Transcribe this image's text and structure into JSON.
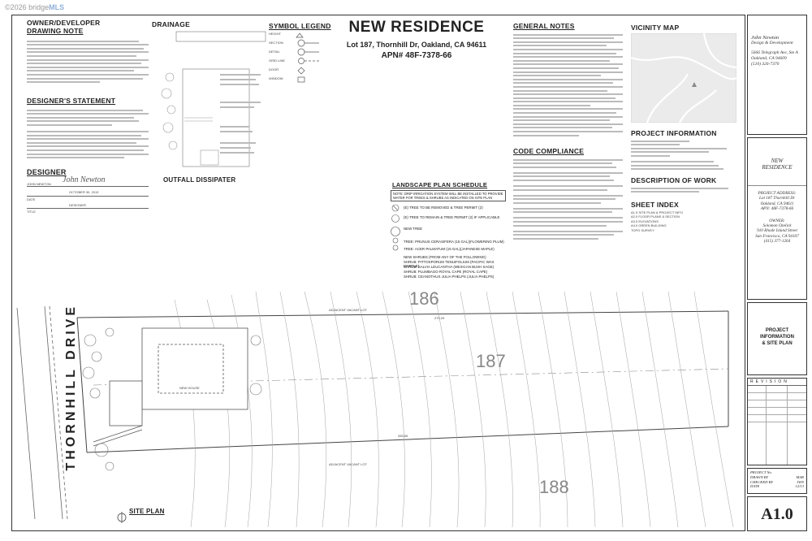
{
  "watermark": {
    "text": "©2026 bridge",
    "brand": "MLS"
  },
  "owner_note": {
    "title_1": "OWNER/DEVELOPER",
    "title_2": "DRAWING NOTE"
  },
  "designer_statement": {
    "title": "DESIGNER'S STATEMENT"
  },
  "designer": {
    "title": "DESIGNER",
    "name": "JOHN NEWTON",
    "date_value": "OCTOBER 30, 2013",
    "date_label": "DATE",
    "role": "DESIGNER",
    "title_label": "TITLE",
    "signature": "John Newton"
  },
  "drainage": {
    "title": "DRAINAGE",
    "outfall": "OUTFALL DISSIPATER"
  },
  "symbol_legend": {
    "title": "SYMBOL LEGEND",
    "items": [
      "HEIGHT",
      "SECTION",
      "DETAIL",
      "GRID LINE",
      "DOOR",
      "WINDOW"
    ]
  },
  "project": {
    "title": "NEW RESIDENCE",
    "address": "Lot 187, Thornhill Dr, Oakland, CA 94611",
    "apn": "APN# 48F-7378-66"
  },
  "landscape": {
    "title": "LANDSCAPE PLAN SCHEDULE",
    "note": "NOTE: DRIP IRRIGATION SYSTEM WILL BE INSTALLED TO PROVIDE WATER FOR TREES & SHRUBS AS INDICATED ON SITE PLAN",
    "items": [
      "(E) TREE TO BE REMOVED & TREE PERMIT (2)",
      "(E) TREE TO REMAIN & TREE PERMIT (2) IF APPLICABLE",
      "NEW TREE",
      "TREE: PRUNUS CERASIFERA (15 GAL)(FLOWERING PLUM)",
      "TREE: ACER PALMATUM (15 GAL)(JAPANESE MAPLE)",
      "NEW SHRUBS (FROM ANY OF THE FOLLOWING)",
      "SHRUB: PITTOSPORUM TENUIFOLIUM (PACIFIC WAX MYRTLE)",
      "SHRUB: SALVIA LEUCANTHA (MEXICAN BUSH SAGE)",
      "SHRUB: PLUMBAGO ROYAL CAPE (ROYAL CAPE)",
      "SHRUB: CEANOTHUS JULIA PHELPS (JULIA PHELPS)"
    ]
  },
  "general_notes": {
    "title": "GENERAL NOTES"
  },
  "code_compliance": {
    "title": "CODE COMPLIANCE"
  },
  "vicinity": {
    "title": "VICINITY MAP"
  },
  "project_info": {
    "title": "PROJECT INFORMATION"
  },
  "work": {
    "title": "DESCRIPTION OF WORK"
  },
  "sheet_index": {
    "title": "SHEET INDEX",
    "items": [
      "A1.0 SITE PLAN & PROJECT INFO",
      "A2.0 FLOOR PLANS & SECTION",
      "A3.0 ELEVATIONS",
      "A4.0 GREEN BUILDING",
      "TOPO SURVEY"
    ]
  },
  "site_plan": {
    "title": "SITE PLAN",
    "street": "THORNHILL DRIVE",
    "lots": [
      "186",
      "187",
      "188"
    ],
    "dims": [
      "270.29",
      "265.55"
    ],
    "vacant": "ADJACENT VACANT LOT",
    "new_house": "NEW HOUSE"
  },
  "title_block": {
    "firm": "John Newton",
    "firm_sub": "Design & Development",
    "firm_addr_1": "5666 Telegraph Ave, Ste A",
    "firm_addr_2": "Oakland, CA 94609",
    "firm_phone": "(510) 326-7370",
    "project_name_1": "NEW",
    "project_name_2": "RESIDENCE",
    "address_label": "PROJECT ADDRESS:",
    "address_1": "Lot 187 Thornhill Dr",
    "address_2": "Oakland, CA 94611",
    "address_3": "APN: 48F-7378-66",
    "owner_label": "OWNER:",
    "owner_1": "Solomon Ozelick",
    "owner_2": "910 Rhode Island Street",
    "owner_3": "San Francisco, CA 94107",
    "owner_4": "(415) 377-1264",
    "sheet_title_1": "PROJECT",
    "sheet_title_2": "INFORMATION",
    "sheet_title_3": "& SITE PLAN",
    "revision": "REVISION",
    "meta": [
      {
        "label": "PROJECT No.",
        "value": ""
      },
      {
        "label": "DRAWN BY",
        "value": "MAR"
      },
      {
        "label": "CHECKED BY",
        "value": "JWN"
      },
      {
        "label": "DATE",
        "value": "12/13"
      }
    ],
    "sheet_no": "A1.0"
  }
}
